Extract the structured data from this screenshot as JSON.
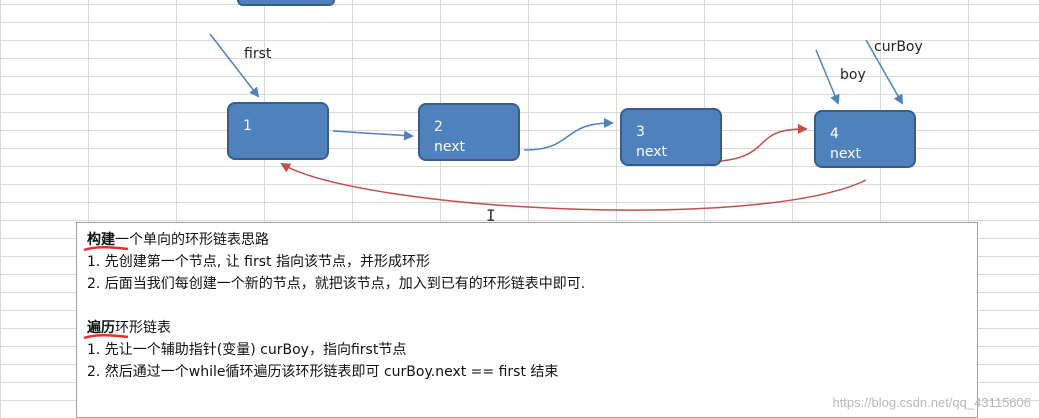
{
  "diagram": {
    "nodes": [
      {
        "number": "1",
        "sub": ""
      },
      {
        "number": "2",
        "sub": "next"
      },
      {
        "number": "3",
        "sub": "next"
      },
      {
        "number": "4",
        "sub": "next"
      }
    ],
    "pointers": {
      "first": "first",
      "boy": "boy",
      "curBoy": "curBoy"
    },
    "colors": {
      "node_fill": "#4f81bd",
      "node_border": "#385d8a",
      "link_blue": "#4f81bd",
      "back_link_red": "#c0504d"
    }
  },
  "notes": {
    "build_heading_strong": "构建",
    "build_heading_rest": "一个单向的环形链表思路",
    "build_step1": "1. 先创建第一个节点, 让 first 指向该节点，并形成环形",
    "build_step2": "2. 后面当我们每创建一个新的节点，就把该节点，加入到已有的环形链表中即可.",
    "traverse_heading_strong": "遍历",
    "traverse_heading_rest": "环形链表",
    "traverse_step1": "1. 先让一个辅助指针(变量) curBoy，指向first节点",
    "traverse_step2": "2. 然后通过一个while循环遍历该环形链表即可 curBoy.next == first 结束"
  },
  "watermark": "https://blog.csdn.net/qq_43115606"
}
